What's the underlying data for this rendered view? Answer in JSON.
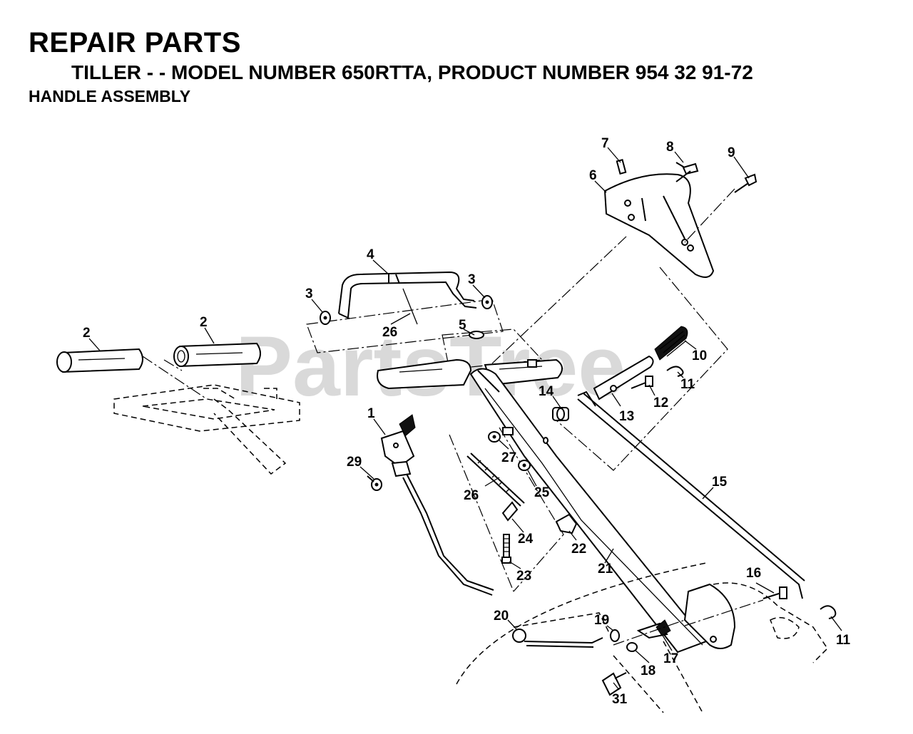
{
  "header": {
    "title": "REPAIR PARTS",
    "subtitle": "TILLER - - MODEL NUMBER 650RTTA, PRODUCT NUMBER 954 32 91-72",
    "section": "HANDLE ASSEMBLY"
  },
  "watermark": "PartsTree",
  "callouts": {
    "c1": "1",
    "c2a": "2",
    "c2b": "2",
    "c3a": "3",
    "c3b": "3",
    "c4": "4",
    "c5": "5",
    "c6": "6",
    "c7": "7",
    "c8": "8",
    "c9": "9",
    "c10": "10",
    "c11a": "11",
    "c11b": "11",
    "c12": "12",
    "c13": "13",
    "c14": "14",
    "c15": "15",
    "c16": "16",
    "c17": "17",
    "c18": "18",
    "c19": "19",
    "c20": "20",
    "c21": "21",
    "c22": "22",
    "c23": "23",
    "c24": "24",
    "c25": "25",
    "c26a": "26",
    "c26b": "26",
    "c27": "27",
    "c29": "29",
    "c31": "31"
  },
  "colors": {
    "ink": "#000000",
    "watermark": "#d9d9d9",
    "background": "#ffffff"
  }
}
